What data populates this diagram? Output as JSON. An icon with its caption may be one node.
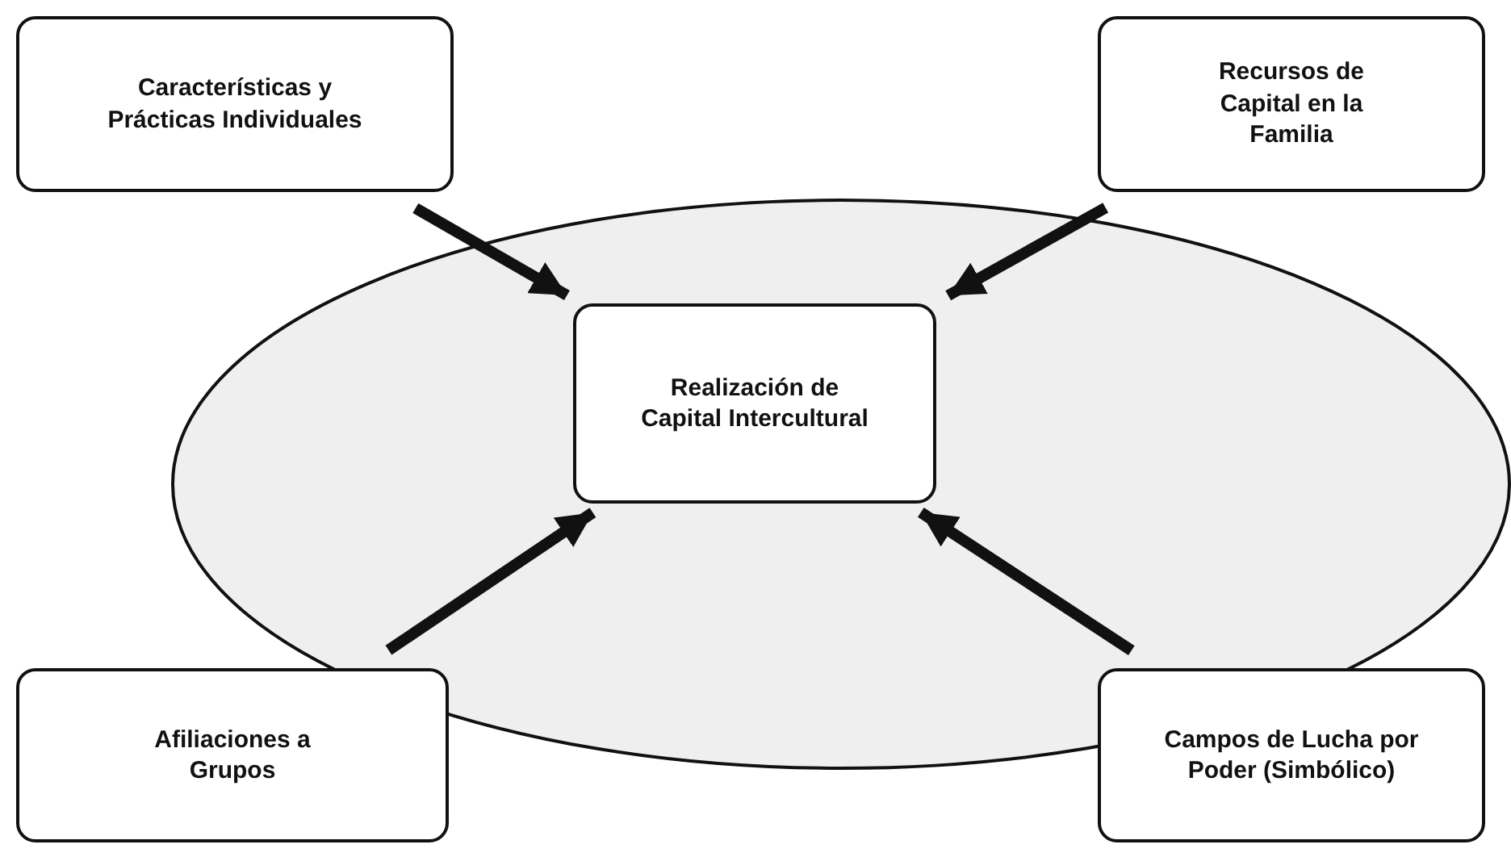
{
  "diagram": {
    "nodes": [
      {
        "text": [
          "Características y Prácticas Individuales"
        ]
      },
      {
        "text": [
          "Recursos de Capital en la Familia"
        ]
      },
      {
        "text": [
          "Realización de Capital Intercultural"
        ]
      },
      {
        "text": [
          "Afiliaciones a Grupos"
        ]
      },
      {
        "text": [
          "Campos de Lucha por Poder (Simbólico)"
        ]
      }
    ],
    "edges": [
      {
        "from": 0,
        "to": 2,
        "arrow": "to"
      },
      {
        "from": 1,
        "to": 2,
        "arrow": "to"
      },
      {
        "from": 3,
        "to": 2,
        "arrow": "to"
      },
      {
        "from": 4,
        "to": 2,
        "arrow": "to"
      }
    ]
  }
}
